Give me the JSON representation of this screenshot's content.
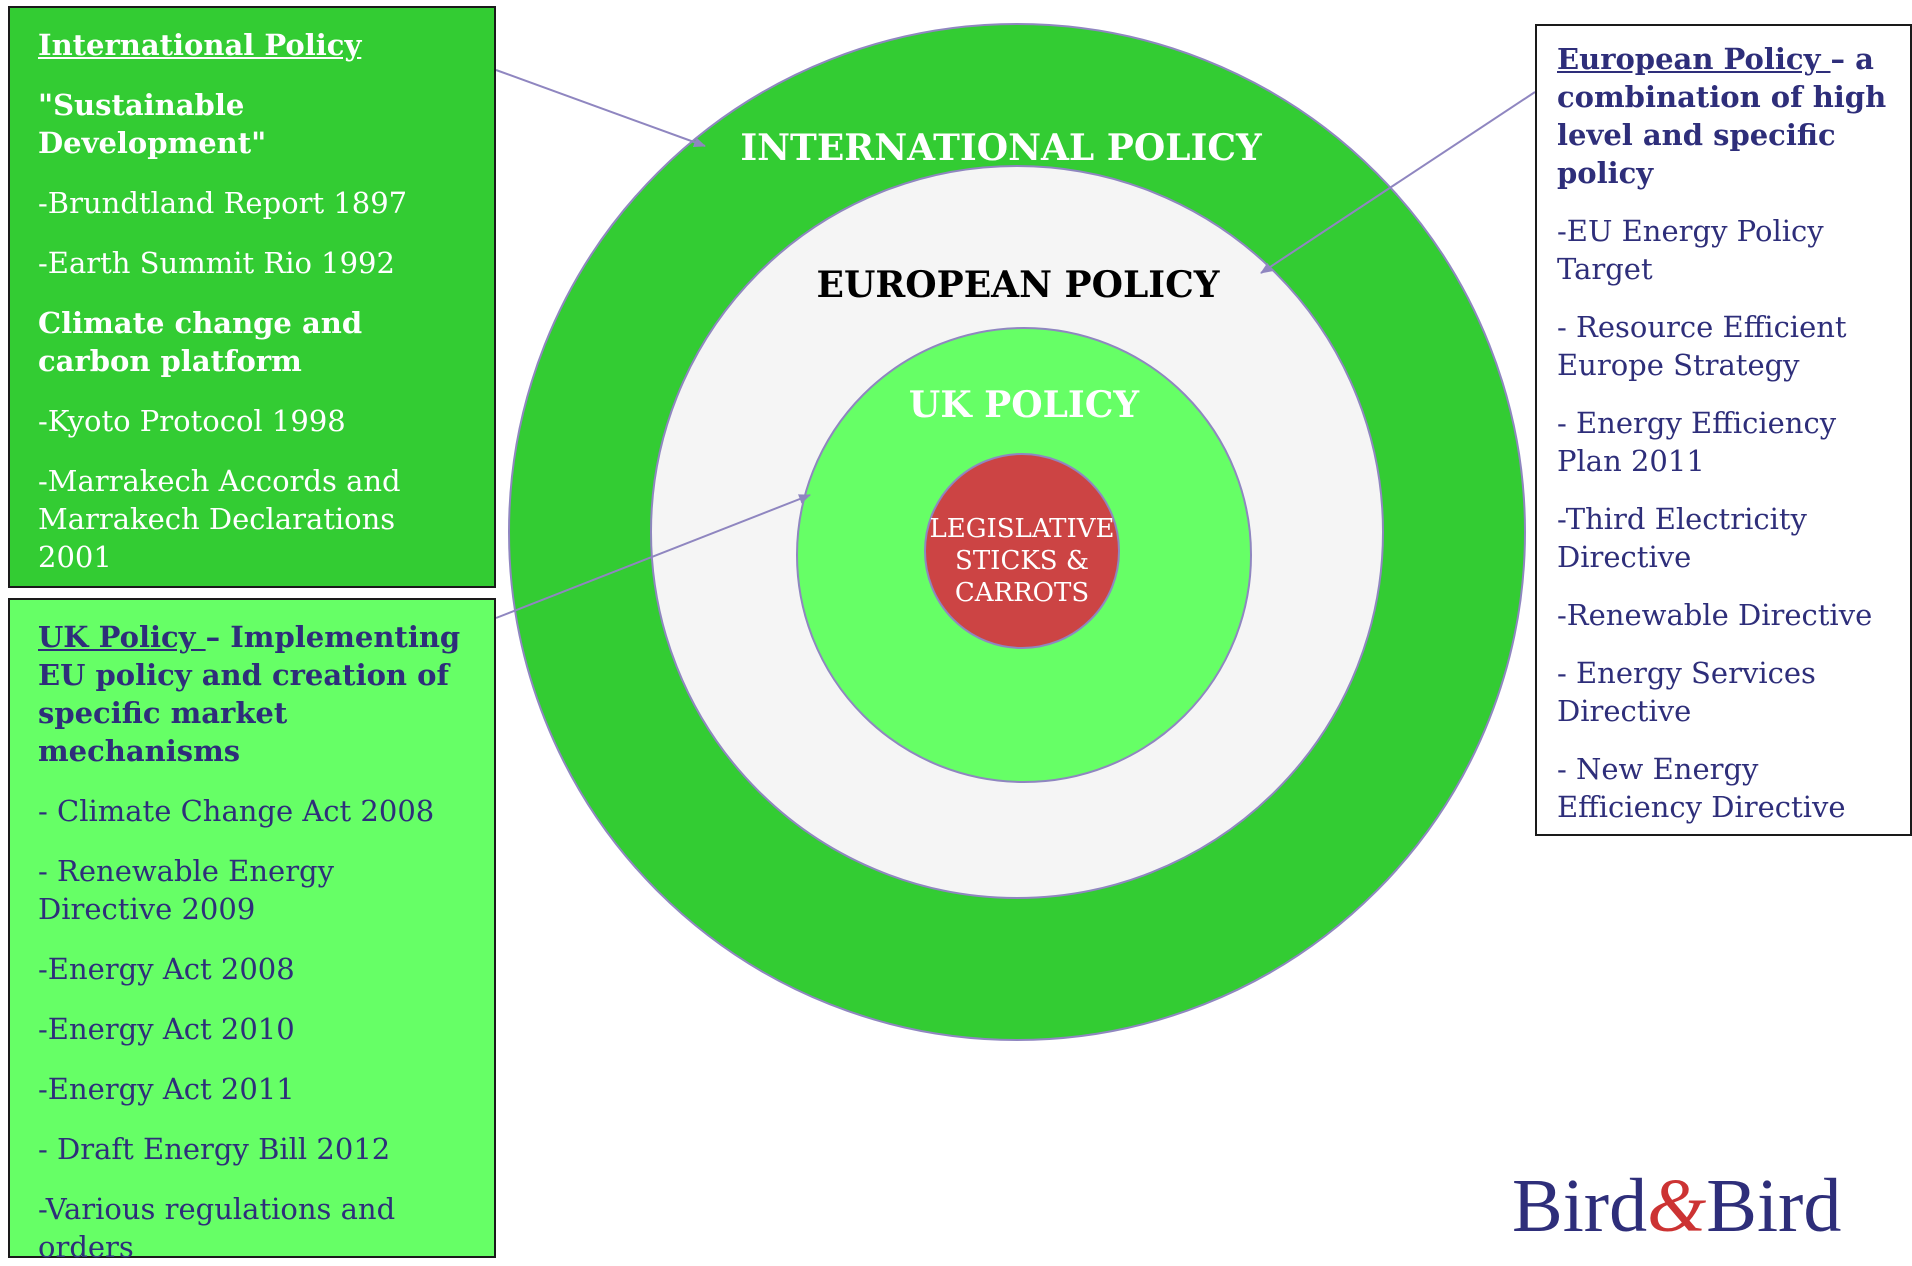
{
  "rings": {
    "international": "INTERNATIONAL POLICY",
    "european": "EUROPEAN POLICY",
    "uk": "UK POLICY",
    "center": [
      "LEGISLATIVE",
      "STICKS &",
      "CARROTS"
    ]
  },
  "international_box": {
    "heading": "International Policy",
    "subheading_1": "\"Sustainable Development\"",
    "items_1": [
      "-Brundtland Report 1897",
      "-Earth Summit Rio 1992"
    ],
    "subheading_2": "Climate change and carbon platform",
    "items_2": [
      "-Kyoto Protocol 1998",
      "-Marrakech Accords and Marrakech Declarations 2001"
    ]
  },
  "uk_box": {
    "heading": "UK Policy ",
    "heading_rest": "– Implementing EU policy and creation of specific market mechanisms",
    "items": [
      "- Climate Change Act 2008",
      "- Renewable Energy Directive 2009",
      "-Energy Act 2008",
      "-Energy Act 2010",
      "-Energy Act 2011",
      "- Draft Energy Bill 2012",
      "-Various regulations and orders"
    ]
  },
  "eu_box": {
    "heading": "European Policy ",
    "heading_rest": "– a combination of high level and specific policy",
    "items": [
      "-EU Energy Policy Target",
      "- Resource Efficient Europe Strategy",
      "- Energy Efficiency Plan 2011",
      "-Third Electricity Directive",
      "-Renewable Directive",
      "- Energy Services Directive",
      "- New Energy Efficiency Directive"
    ]
  },
  "logo": {
    "left": "Bird",
    "amp": "&",
    "right": "Bird"
  },
  "colors": {
    "outer_ring": "#33cc33",
    "middle_ring": "#f5f5f5",
    "inner_ring": "#66ff66",
    "center": "#cc4444",
    "text_navy": "#2e2e7a",
    "arrow": "#8f86c0",
    "ring_border": "#8f86c0"
  }
}
